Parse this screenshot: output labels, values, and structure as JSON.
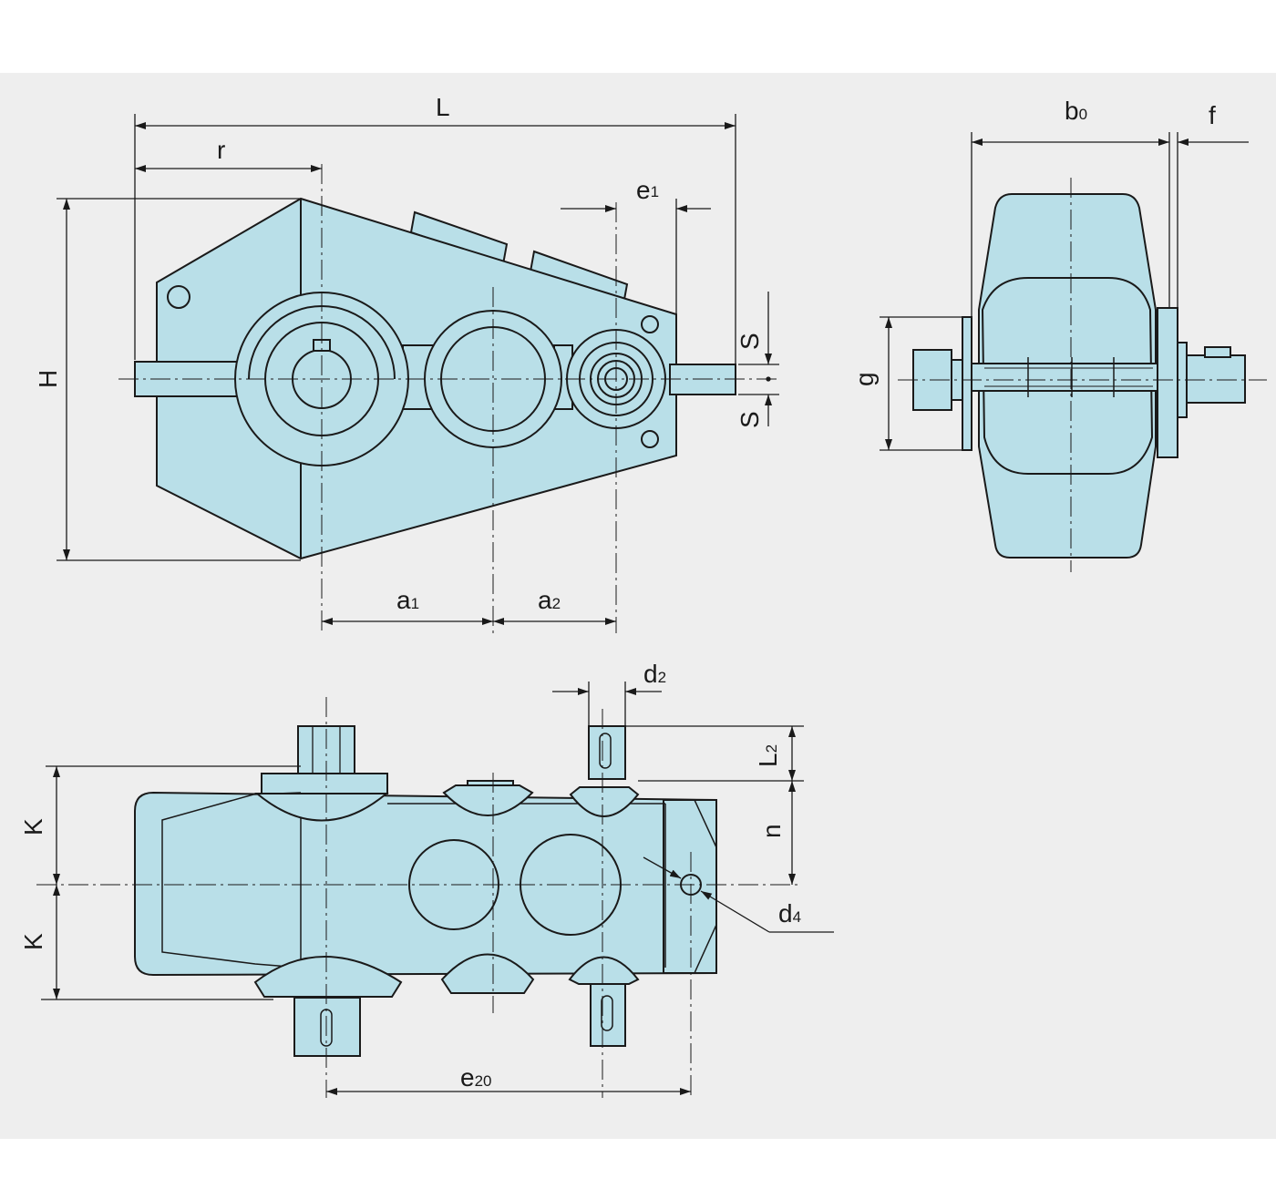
{
  "colors": {
    "paper": "#eeeeee",
    "body_fill": "#b9dfe8",
    "stroke": "#1a1a1a"
  },
  "labels": {
    "L": "L",
    "r": "r",
    "H": "H",
    "e1": {
      "main": "e",
      "sub": "1"
    },
    "S_top": "S",
    "S_bottom": "S",
    "a1": {
      "main": "a",
      "sub": "1"
    },
    "a2": {
      "main": "a",
      "sub": "2"
    },
    "b0": {
      "main": "b",
      "sub": "0"
    },
    "f": "f",
    "g": "g",
    "d2": {
      "main": "d",
      "sub": "2"
    },
    "L2": {
      "main": "L",
      "sub": "2"
    },
    "n": "n",
    "K_top": "K",
    "K_bottom": "K",
    "d4": {
      "main": "d",
      "sub": "4"
    },
    "e20": {
      "main": "e",
      "sub": "20"
    }
  }
}
